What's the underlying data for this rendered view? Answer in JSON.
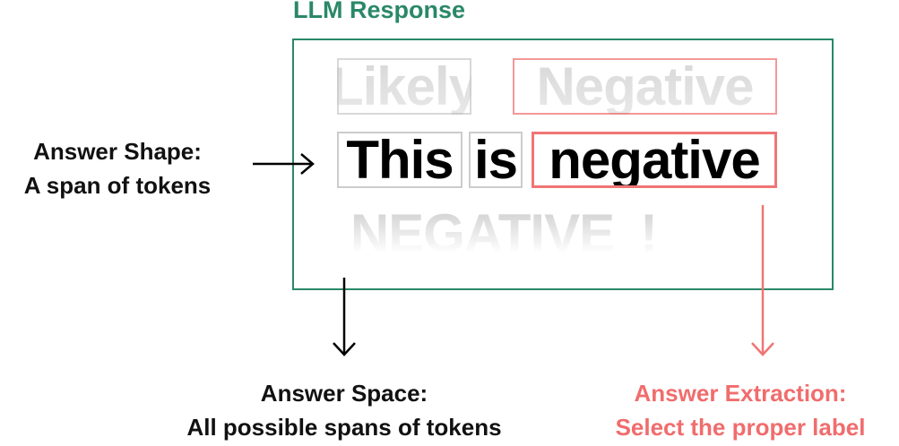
{
  "title": "LLM Response",
  "rows": {
    "top": [
      "Likely",
      "Negative"
    ],
    "middle": [
      "This",
      "is",
      "negative"
    ],
    "bottom": [
      "NEGATIVE",
      "!"
    ]
  },
  "answer_shape": {
    "line1": "Answer Shape:",
    "line2": "A span of tokens"
  },
  "answer_space": {
    "line1": "Answer Space:",
    "line2": "All possible spans of tokens"
  },
  "answer_extraction": {
    "line1": "Answer Extraction:",
    "line2": "Select the proper label"
  },
  "colors": {
    "green": "#2a8868",
    "red": "#f07575",
    "gray": "#cccccc"
  }
}
